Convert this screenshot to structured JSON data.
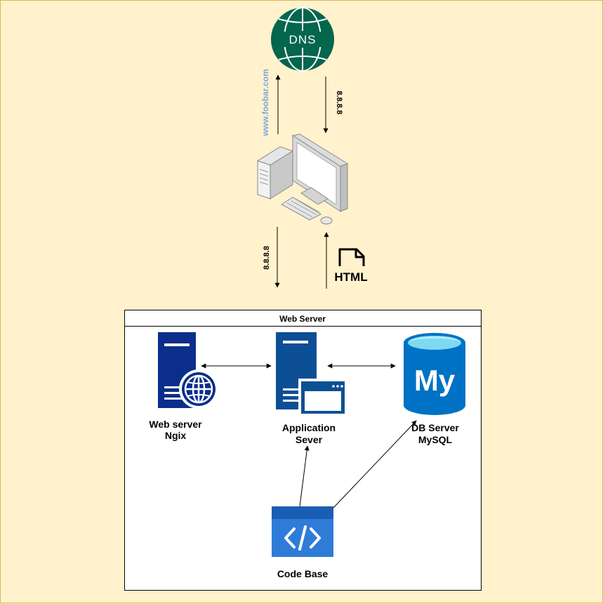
{
  "dns": {
    "text": "DNS"
  },
  "edges": {
    "dns_query": "www.foobar.com",
    "dns_answer": "8.8.8.8",
    "request": "8.8.8.8"
  },
  "html_doc": {
    "label": "HTML"
  },
  "web_server_box": {
    "title": "Web Server"
  },
  "nodes": {
    "nginx": {
      "line1": "Web server",
      "line2": "Ngix"
    },
    "app": {
      "line1": "Application",
      "line2": "Sever"
    },
    "db": {
      "line1": "DB Server",
      "line2": "MySQL",
      "logo": "My"
    },
    "code": {
      "label": "Code Base"
    }
  },
  "colors": {
    "background": "#FFF2CC",
    "dns": "#03664D",
    "server_blue": "#0A2E8A",
    "app_blue": "#0D4F94",
    "db_blue": "#0072C6",
    "code_blue": "#1E6FCF",
    "url_text": "#7EA6E0"
  }
}
